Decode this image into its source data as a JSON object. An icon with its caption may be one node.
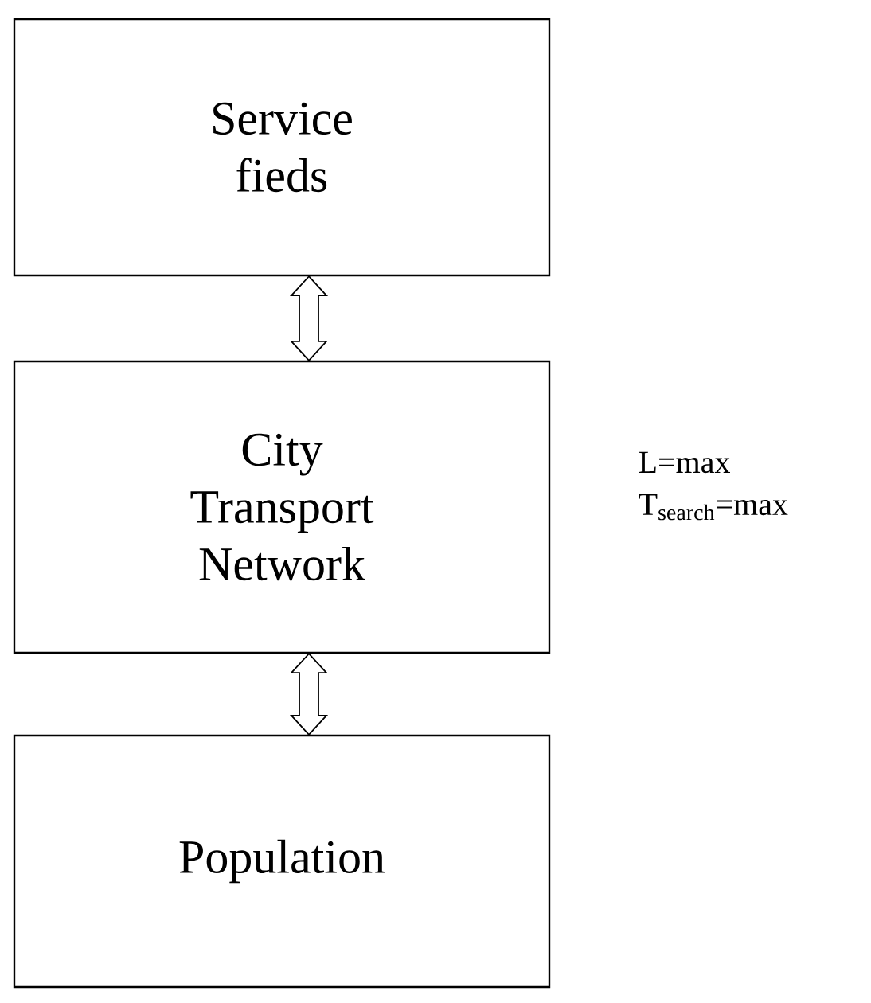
{
  "diagram": {
    "nodes": [
      {
        "text": [
          "Service fieds"
        ]
      },
      {
        "text": [
          "City Transport Network"
        ],
        "beside": [
          "L=max",
          "T$_{search}$=max"
        ]
      },
      {
        "text": [
          "Population"
        ]
      }
    ],
    "edges": [
      {
        "from": 0,
        "to": 1,
        "arrow": "both"
      },
      {
        "from": 1,
        "to": 2,
        "arrow": "both"
      }
    ]
  }
}
